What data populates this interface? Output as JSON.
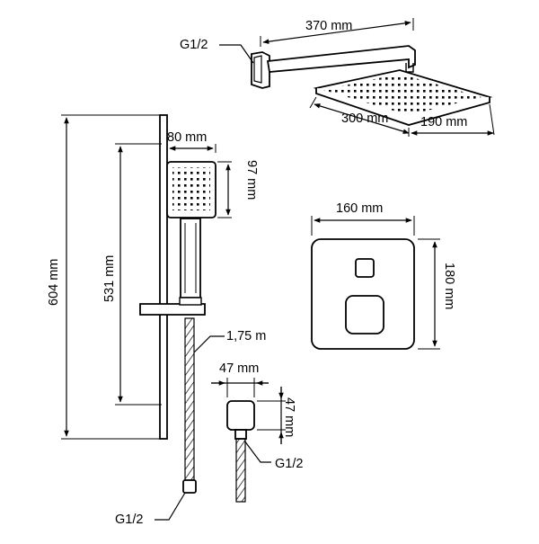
{
  "head_shower": {
    "arm_length": "370 mm",
    "inlet_thread": "G1/2",
    "head_length": "300 mm",
    "head_width": "190 mm"
  },
  "rail": {
    "total_height": "604 mm",
    "slide_height": "531 mm",
    "inlet_thread": "G1/2"
  },
  "hand_shower": {
    "head_width": "80 mm",
    "head_height": "97 mm",
    "hose_length": "1,75 m"
  },
  "control_plate": {
    "width": "160 mm",
    "height": "180 mm"
  },
  "wall_outlet": {
    "width": "47 mm",
    "height": "47 mm",
    "thread": "G1/2"
  }
}
